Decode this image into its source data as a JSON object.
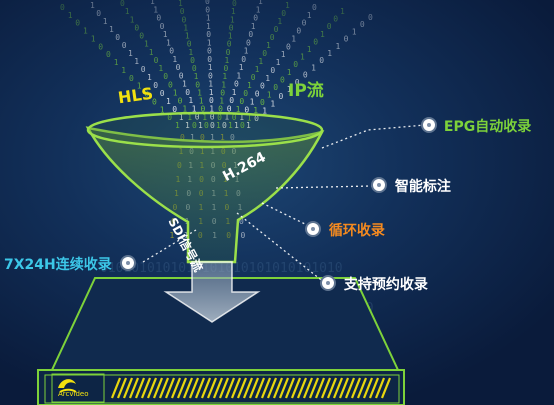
{
  "labels": {
    "hls": "HLS",
    "ip_stream": "IP流",
    "h264": "H.264",
    "sdi_stream": "SDI信号流",
    "epg": "EPG自动收录",
    "smart_tag": "智能标注",
    "loop_record": "循环收录",
    "continuous": "7X24H连续收录",
    "scheduled": "支持预约收录"
  },
  "brand": {
    "name": "Arcvideo"
  },
  "colors": {
    "green": "#7dd23a",
    "yellow": "#f2e10f",
    "white": "#ffffff",
    "orange": "#f58a1f",
    "cyan": "#3cc7e8",
    "bg": "#0b1d3e"
  },
  "icons": [
    "arrow-down-icon",
    "bullet-dot-icon",
    "arcvideo-logo-icon"
  ]
}
